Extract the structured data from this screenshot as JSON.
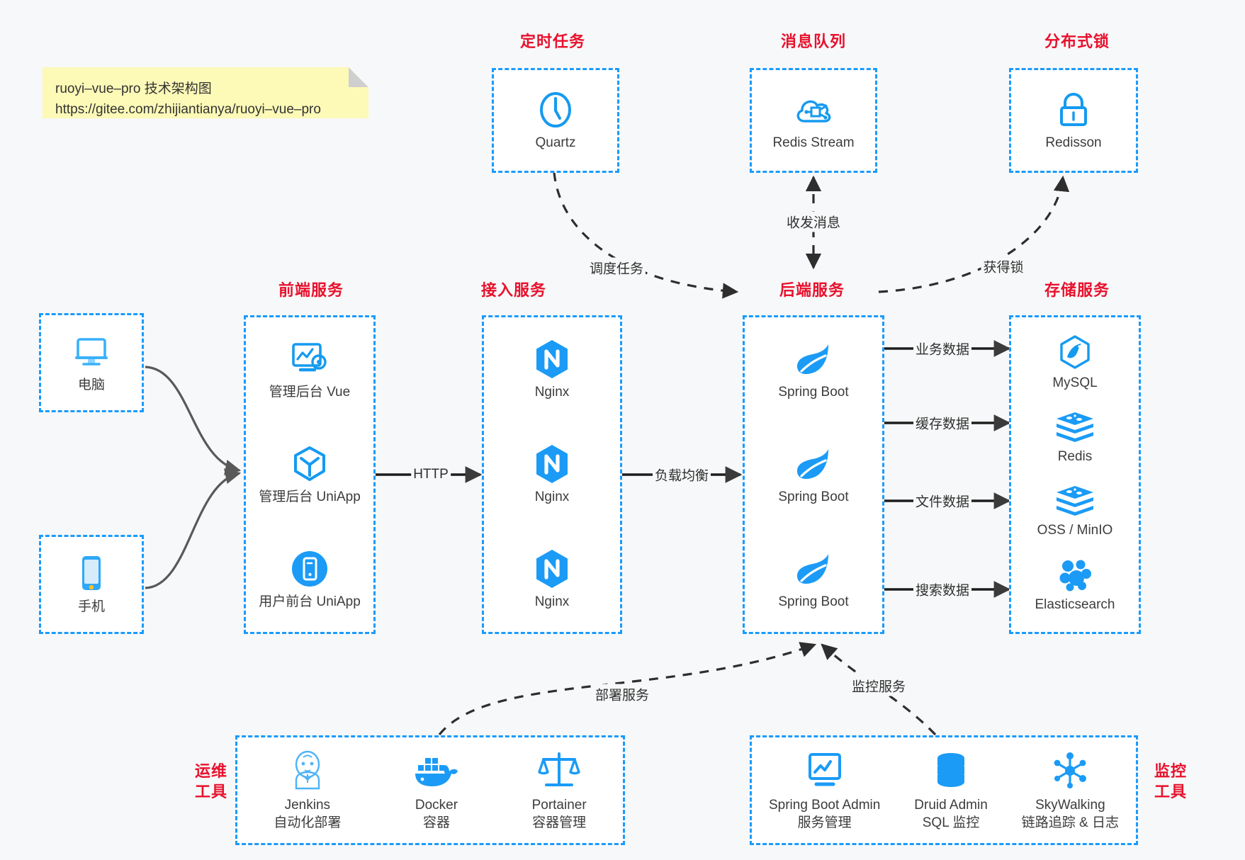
{
  "colors": {
    "accent_blue": "#1a9bfc",
    "title_red": "#e8112d",
    "note_yellow": "#fdf9b7",
    "edge_gray": "#4d4d4d",
    "background": "#f7f8f9"
  },
  "note": {
    "line1": "ruoyi–vue–pro 技术架构图",
    "line2": "https://gitee.com/zhijiantianya/ruoyi–vue–pro"
  },
  "groups": {
    "scheduled_task": {
      "title": "定时任务",
      "nodes": [
        {
          "icon": "clock-icon",
          "label": "Quartz"
        }
      ]
    },
    "message_queue": {
      "title": "消息队列",
      "nodes": [
        {
          "icon": "cloud-stream-icon",
          "label": "Redis Stream"
        }
      ]
    },
    "distributed_lock": {
      "title": "分布式锁",
      "nodes": [
        {
          "icon": "lock-icon",
          "label": "Redisson"
        }
      ]
    },
    "clients": {
      "nodes": [
        {
          "icon": "desktop-icon",
          "label": "电脑"
        },
        {
          "icon": "phone-icon",
          "label": "手机"
        }
      ]
    },
    "frontend": {
      "title": "前端服务",
      "nodes": [
        {
          "icon": "dashboard-vue-icon",
          "label": "管理后台 Vue"
        },
        {
          "icon": "uniapp-cube-icon",
          "label": "管理后台 UniApp"
        },
        {
          "icon": "mobile-app-icon",
          "label": "用户前台 UniApp"
        }
      ]
    },
    "gateway": {
      "title": "接入服务",
      "nodes": [
        {
          "icon": "nginx-icon",
          "label": "Nginx"
        },
        {
          "icon": "nginx-icon",
          "label": "Nginx"
        },
        {
          "icon": "nginx-icon",
          "label": "Nginx"
        }
      ]
    },
    "backend": {
      "title": "后端服务",
      "nodes": [
        {
          "icon": "spring-boot-icon",
          "label": "Spring Boot"
        },
        {
          "icon": "spring-boot-icon",
          "label": "Spring Boot"
        },
        {
          "icon": "spring-boot-icon",
          "label": "Spring Boot"
        }
      ]
    },
    "storage": {
      "title": "存储服务",
      "nodes": [
        {
          "icon": "mysql-icon",
          "label": "MySQL"
        },
        {
          "icon": "redis-icon",
          "label": "Redis"
        },
        {
          "icon": "oss-minio-icon",
          "label": "OSS / MinIO"
        },
        {
          "icon": "elasticsearch-icon",
          "label": "Elasticsearch"
        }
      ]
    },
    "devops": {
      "title": "运维\n工具",
      "nodes": [
        {
          "icon": "jenkins-icon",
          "label": "Jenkins\n自动化部署"
        },
        {
          "icon": "docker-icon",
          "label": "Docker\n容器"
        },
        {
          "icon": "portainer-icon",
          "label": "Portainer\n容器管理"
        }
      ]
    },
    "monitoring": {
      "title": "监控\n工具",
      "nodes": [
        {
          "icon": "spring-boot-admin-icon",
          "label": "Spring Boot Admin\n服务管理"
        },
        {
          "icon": "druid-db-icon",
          "label": "Druid Admin\nSQL 监控"
        },
        {
          "icon": "skywalking-icon",
          "label": "SkyWalking\n链路追踪 & 日志"
        }
      ]
    }
  },
  "edges": [
    {
      "name": "http",
      "label": "HTTP"
    },
    {
      "name": "load-balance",
      "label": "负载均衡"
    },
    {
      "name": "schedule-task",
      "label": "调度任务"
    },
    {
      "name": "send-receive-message",
      "label": "收发消息"
    },
    {
      "name": "acquire-lock",
      "label": "获得锁"
    },
    {
      "name": "business-data",
      "label": "业务数据"
    },
    {
      "name": "cache-data",
      "label": "缓存数据"
    },
    {
      "name": "file-data",
      "label": "文件数据"
    },
    {
      "name": "search-data",
      "label": "搜索数据"
    },
    {
      "name": "deploy-service",
      "label": "部署服务"
    },
    {
      "name": "monitor-service",
      "label": "监控服务"
    }
  ]
}
